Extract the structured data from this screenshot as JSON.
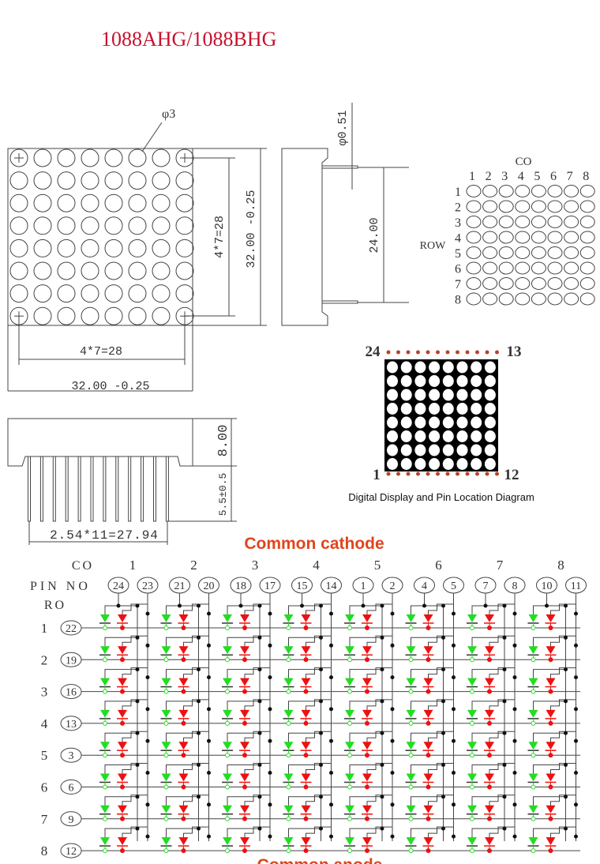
{
  "title": "1088AHG/1088BHG",
  "front_view": {
    "hole_label": "φ3",
    "pitch_vertical": "4*7=28",
    "height": "32.00  -0.25",
    "pitch_horizontal": "4*7=28",
    "width": "32.00  -0.25"
  },
  "side_view": {
    "pin_diameter": "φ0.51",
    "pin_span": "24.00"
  },
  "matrix_map": {
    "column_label": "CO",
    "row_label": "ROW",
    "columns": [
      "1",
      "2",
      "3",
      "4",
      "5",
      "6",
      "7",
      "8"
    ],
    "rows": [
      "1",
      "2",
      "3",
      "4",
      "5",
      "6",
      "7",
      "8"
    ]
  },
  "pin_diagram": {
    "top_left": "24",
    "top_right": "13",
    "bottom_left": "1",
    "bottom_right": "12",
    "caption": "Digital Display and Pin Location Diagram"
  },
  "bottom_view": {
    "body_height": "8.00",
    "pin_length": "5.5±0.5",
    "pin_pitch": "2.54*11=27.94"
  },
  "circuit": {
    "heading_top": "Common cathode",
    "heading_bottom": "Common anode",
    "co_label": "CO",
    "pin_no_label": "PIN NO",
    "ro_label": "RO",
    "columns": [
      {
        "label": "1",
        "pins": [
          "24",
          "23"
        ]
      },
      {
        "label": "2",
        "pins": [
          "21",
          "20"
        ]
      },
      {
        "label": "3",
        "pins": [
          "18",
          "17"
        ]
      },
      {
        "label": "4",
        "pins": [
          "15",
          "14"
        ]
      },
      {
        "label": "5",
        "pins": [
          "1",
          "2"
        ]
      },
      {
        "label": "6",
        "pins": [
          "4",
          "5"
        ]
      },
      {
        "label": "7",
        "pins": [
          "7",
          "8"
        ]
      },
      {
        "label": "8",
        "pins": [
          "10",
          "11"
        ]
      }
    ],
    "rows": [
      {
        "label": "1",
        "pin": "22"
      },
      {
        "label": "2",
        "pin": "19"
      },
      {
        "label": "3",
        "pin": "16"
      },
      {
        "label": "4",
        "pin": "13"
      },
      {
        "label": "5",
        "pin": "3"
      },
      {
        "label": "6",
        "pin": "6"
      },
      {
        "label": "7",
        "pin": "9"
      },
      {
        "label": "8",
        "pin": "12"
      }
    ],
    "colors": {
      "green_led": "#22dd22",
      "red_led": "#ee1111",
      "wire": "#444444"
    }
  }
}
